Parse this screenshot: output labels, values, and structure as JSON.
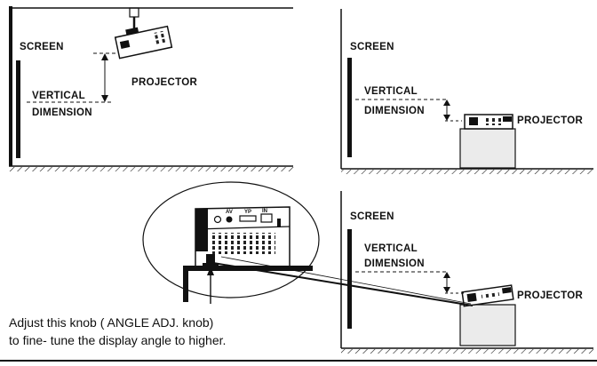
{
  "panels": {
    "ceiling": {
      "screen_label": "SCREEN",
      "vertical_label_1": "VERTICAL",
      "vertical_label_2": "DIMENSION",
      "projector_label": "PROJECTOR"
    },
    "table_top": {
      "screen_label": "SCREEN",
      "vertical_label_1": "VERTICAL",
      "vertical_label_2": "DIMENSION",
      "projector_label": "PROJECTOR"
    },
    "table_bottom": {
      "screen_label": "SCREEN",
      "vertical_label_1": "VERTICAL",
      "vertical_label_2": "DIMENSION",
      "projector_label": "PROJECTOR"
    }
  },
  "detail": {
    "port_labels": [
      "AV",
      "YP",
      "IN"
    ],
    "caption_line_1": "Adjust this knob ( ANGLE ADJ. knob)",
    "caption_line_2": "to fine- tune the display angle to higher."
  }
}
